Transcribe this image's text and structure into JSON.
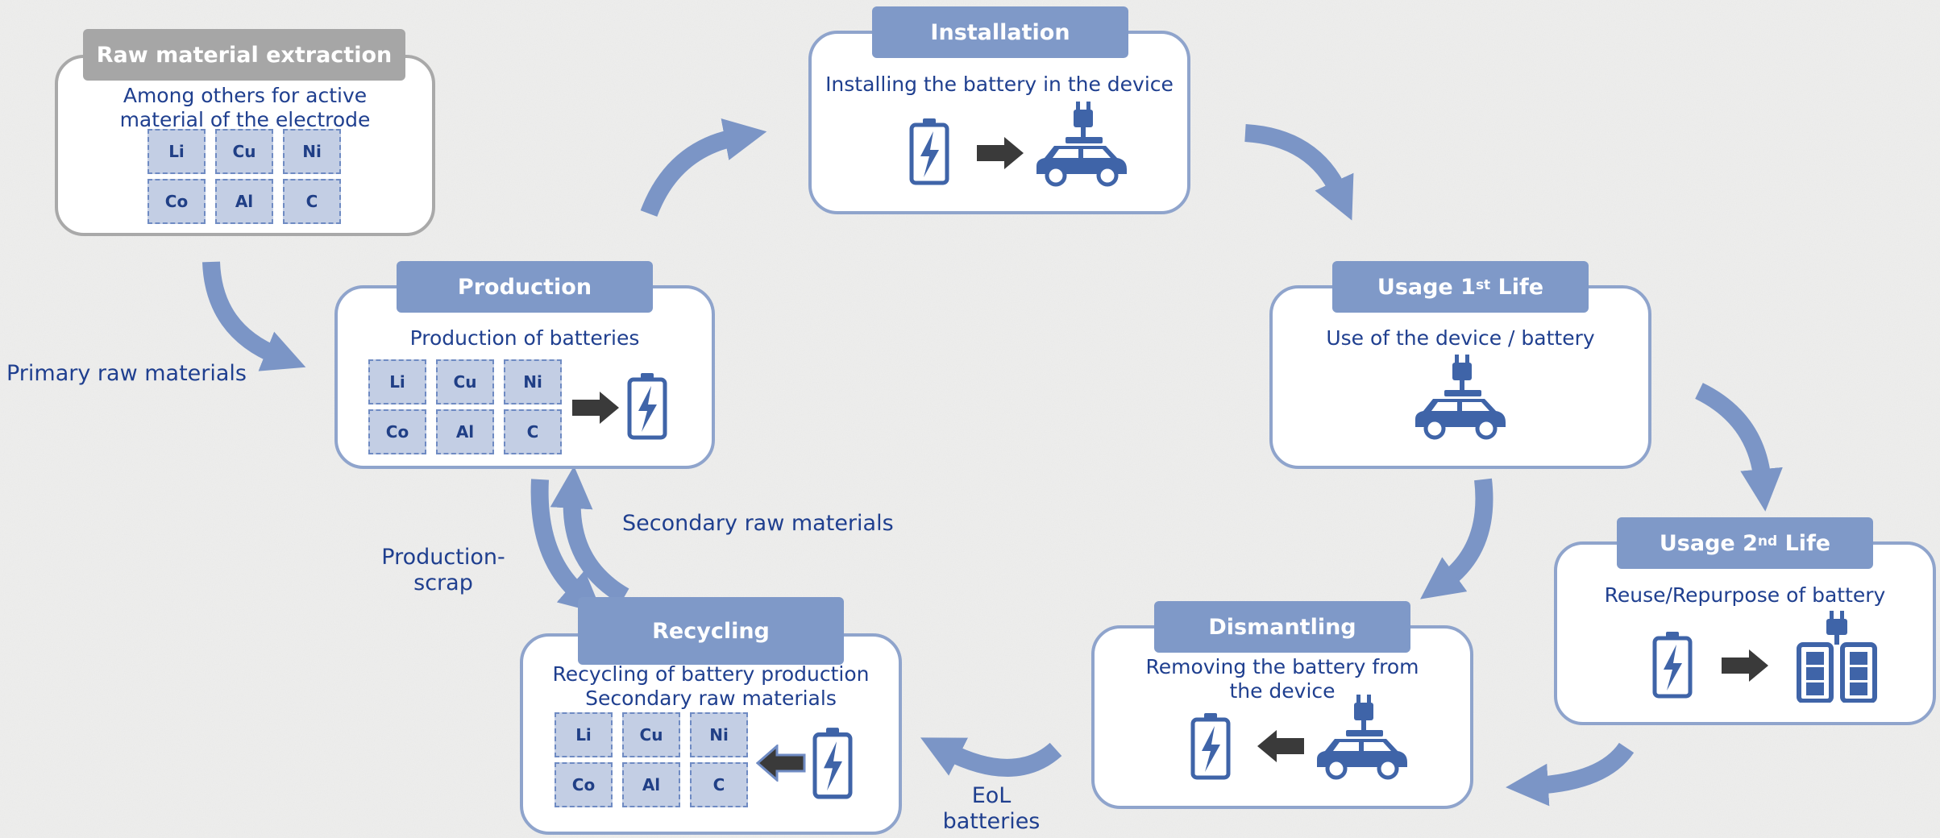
{
  "boxes": {
    "raw": {
      "title": "Raw material extraction",
      "desc_line1": "Among others for active",
      "desc_line2": "material of the electrode"
    },
    "production": {
      "title": "Production",
      "desc": "Production of batteries"
    },
    "installation": {
      "title": "Installation",
      "desc": "Installing the battery in the device"
    },
    "usage1": {
      "title_main": "Usage 1",
      "title_sup": "st",
      "title_end": " Life",
      "desc": "Use of the device / battery"
    },
    "usage2": {
      "title_main": "Usage 2",
      "title_sup": "nd",
      "title_end": " Life",
      "desc": "Reuse/Repurpose of battery"
    },
    "dismantling": {
      "title": "Dismantling",
      "desc_line1": "Removing the battery from",
      "desc_line2": "the device"
    },
    "recycling": {
      "title": "Recycling",
      "desc_line1": "Recycling of battery production",
      "desc_line2": "Secondary raw materials"
    }
  },
  "elements": [
    "Li",
    "Cu",
    "Ni",
    "Co",
    "Al",
    "C"
  ],
  "flow_labels": {
    "primary": "Primary raw materials",
    "scrap_line1": "Production-",
    "scrap_line2": "scrap",
    "secondary": "Secondary raw materials",
    "eol_line1": "EoL",
    "eol_line2": "batteries"
  },
  "colors": {
    "accent": "#7f99c8",
    "border": "#8fa4cc",
    "arrow": "#7b95c6",
    "icon": "#3f64a8",
    "text": "#1f3f8f",
    "gray": "#a6a6a6"
  }
}
